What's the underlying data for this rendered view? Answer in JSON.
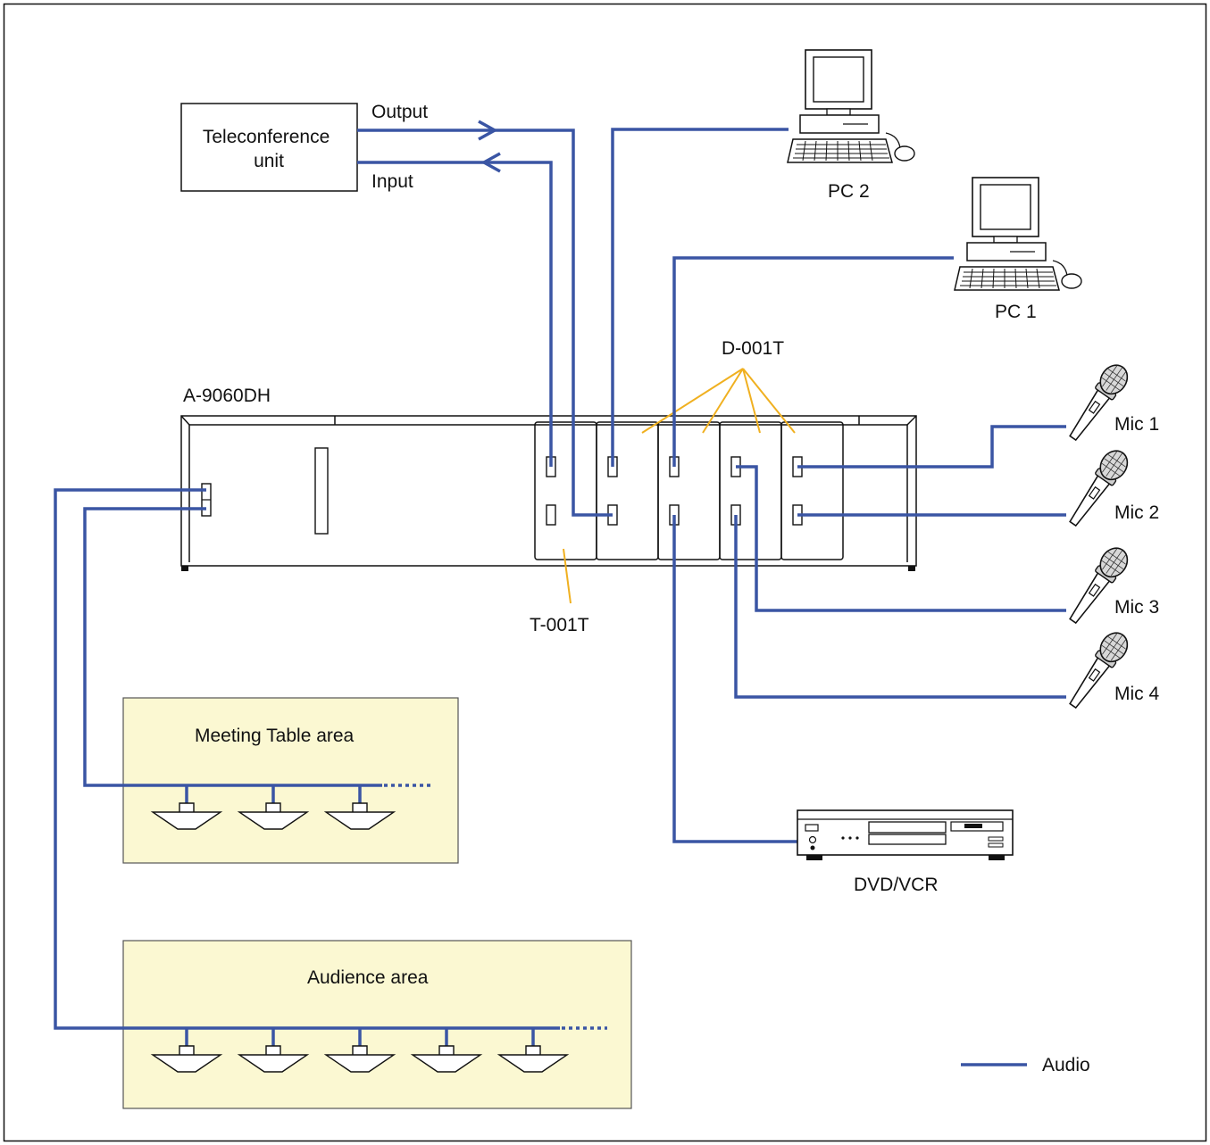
{
  "labels": {
    "teleconference": "Teleconference\nunit",
    "output": "Output",
    "input": "Input",
    "pc2": "PC 2",
    "pc1": "PC 1",
    "d001t": "D-001T",
    "a9060dh": "A-9060DH",
    "t001t": "T-001T",
    "mic1": "Mic 1",
    "mic2": "Mic 2",
    "mic3": "Mic 3",
    "mic4": "Mic 4",
    "meeting_area": "Meeting Table area",
    "audience_area": "Audience area",
    "dvd": "DVD/VCR",
    "legend_audio": "Audio"
  },
  "colors": {
    "audio_line": "#3a55a4",
    "callout_line": "#f0b020",
    "area_fill": "#fbf8d2"
  },
  "icons": [
    "pc-icon",
    "microphone-icon",
    "dvd-player-icon",
    "ceiling-speaker-icon"
  ]
}
